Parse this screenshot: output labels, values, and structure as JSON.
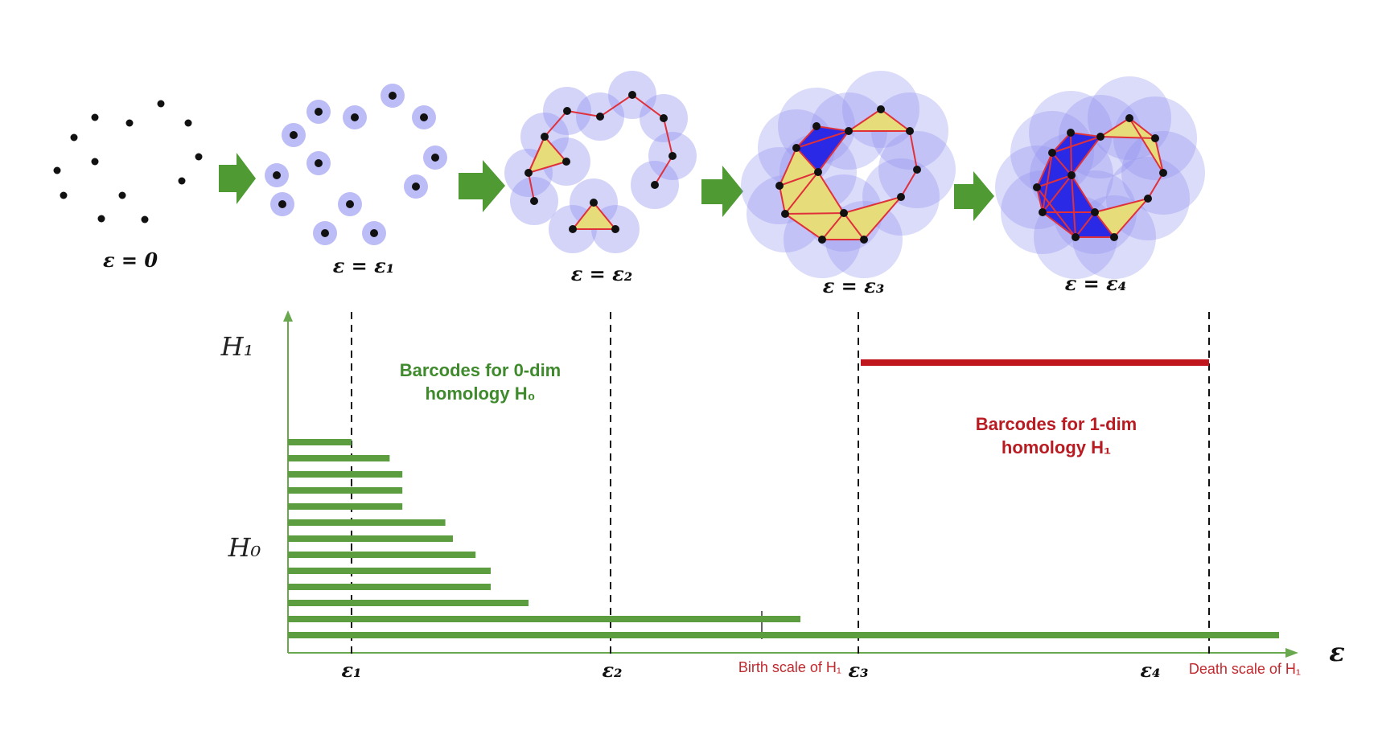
{
  "stages": [
    {
      "label": "ε = 0"
    },
    {
      "label": "ε = ε₁"
    },
    {
      "label": "ε = ε₂"
    },
    {
      "label": "ε = ε₃"
    },
    {
      "label": "ε = ε₄"
    }
  ],
  "axis": {
    "h1_label": "H₁",
    "h0_label": "H₀",
    "x_label": "ε",
    "ticks": [
      "ε₁",
      "ε₂",
      "ε₃",
      "ε₄"
    ]
  },
  "annotations": {
    "h0_title_line1": "Barcodes for 0-dim",
    "h0_title_line2": "homology H₀",
    "h1_title_line1": "Barcodes for 1-dim",
    "h1_title_line2": "homology H₁",
    "birth": "Birth scale of H₁",
    "death": "Death scale of H₁"
  },
  "colors": {
    "h0_bar": "#5c9e3f",
    "h1_bar": "#c0171f",
    "arrow": "#4f9a33",
    "ball": "#8f8ff0",
    "triangle": "#e6dc7a",
    "simplex_dark": "#2020e0",
    "edge": "#e0303a"
  },
  "chart_data": {
    "type": "barcode",
    "h0_bars_end": [
      1.0,
      1.6,
      1.8,
      1.8,
      1.8,
      2.4,
      2.5,
      2.8,
      3.0,
      3.0,
      3.5,
      6.0,
      12.5
    ],
    "h1_bars": [
      {
        "birth": 3.0,
        "death": 4.0
      }
    ]
  }
}
